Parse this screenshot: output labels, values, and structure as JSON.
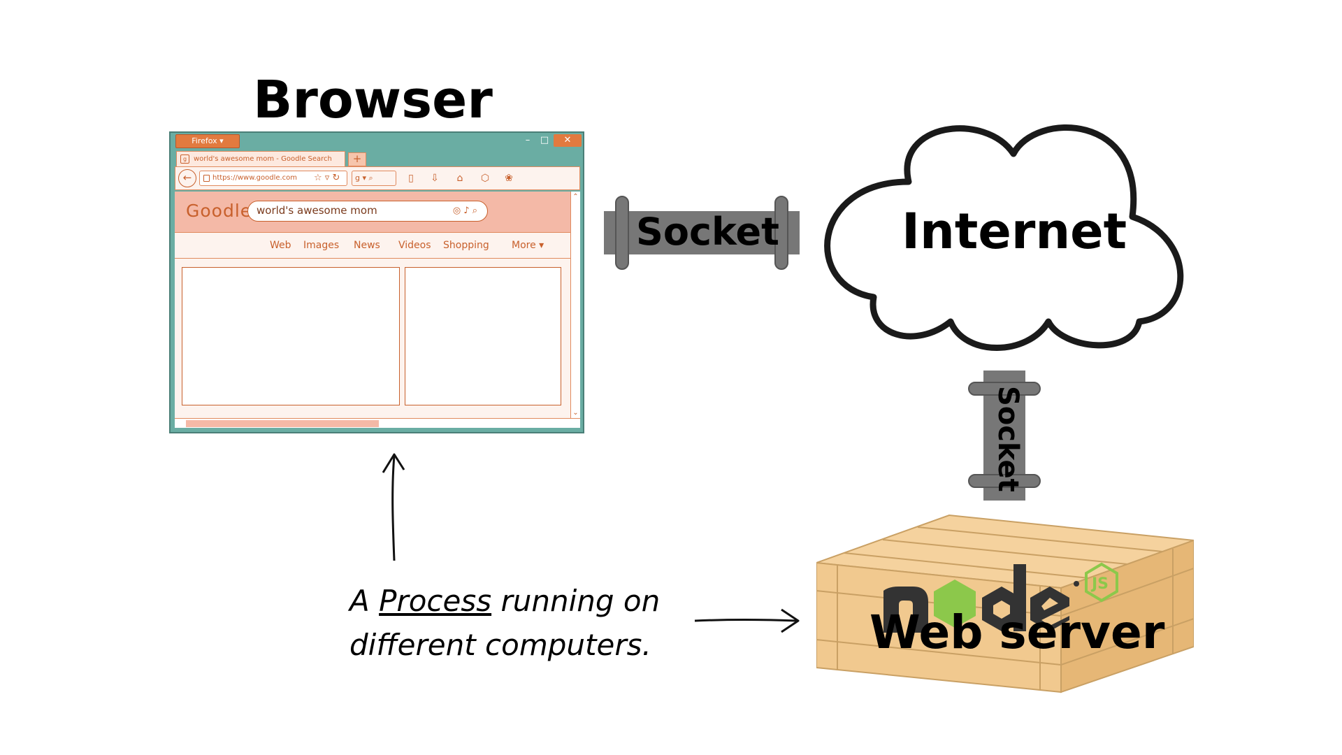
{
  "browser": {
    "title": "Browser",
    "app_menu": "Firefox ▾",
    "window_controls": {
      "minimize": "–",
      "maximize": "□",
      "close": "✕"
    },
    "tab_title": "world's awesome mom - Goodle Search",
    "tab_favicon": "g",
    "new_tab": "+",
    "url": "https://www.goodle.com",
    "url_icons": "☆ ▿ ↻",
    "search_engine": "g ▾  ⌕",
    "toolbar_icons": [
      "sidebar-icon",
      "download-icon",
      "home-icon",
      "cube-icon",
      "extensions-icon"
    ],
    "search_page": {
      "logo": "Goodle",
      "query": "world's awesome mom",
      "nav": [
        "Web",
        "Images",
        "News",
        "Videos",
        "Shopping",
        "More ▾"
      ]
    },
    "scroll_up": "⌃",
    "scroll_down": "⌄"
  },
  "socket_horizontal": {
    "label": "Socket"
  },
  "socket_vertical": {
    "label": "Socket"
  },
  "internet": {
    "label": "Internet"
  },
  "server": {
    "logo": "node",
    "logo_badge": "JS",
    "label": "Web server"
  },
  "caption": {
    "prefix": "A ",
    "emphasis": "Process",
    "line1_rest": " running on",
    "line2": "different computers."
  },
  "colors": {
    "window_frame": "#6aada3",
    "accent": "#e27a3f",
    "socket": "#777777",
    "crate": "#f1c98f",
    "node_green": "#8cc84b",
    "node_dark": "#333333"
  }
}
